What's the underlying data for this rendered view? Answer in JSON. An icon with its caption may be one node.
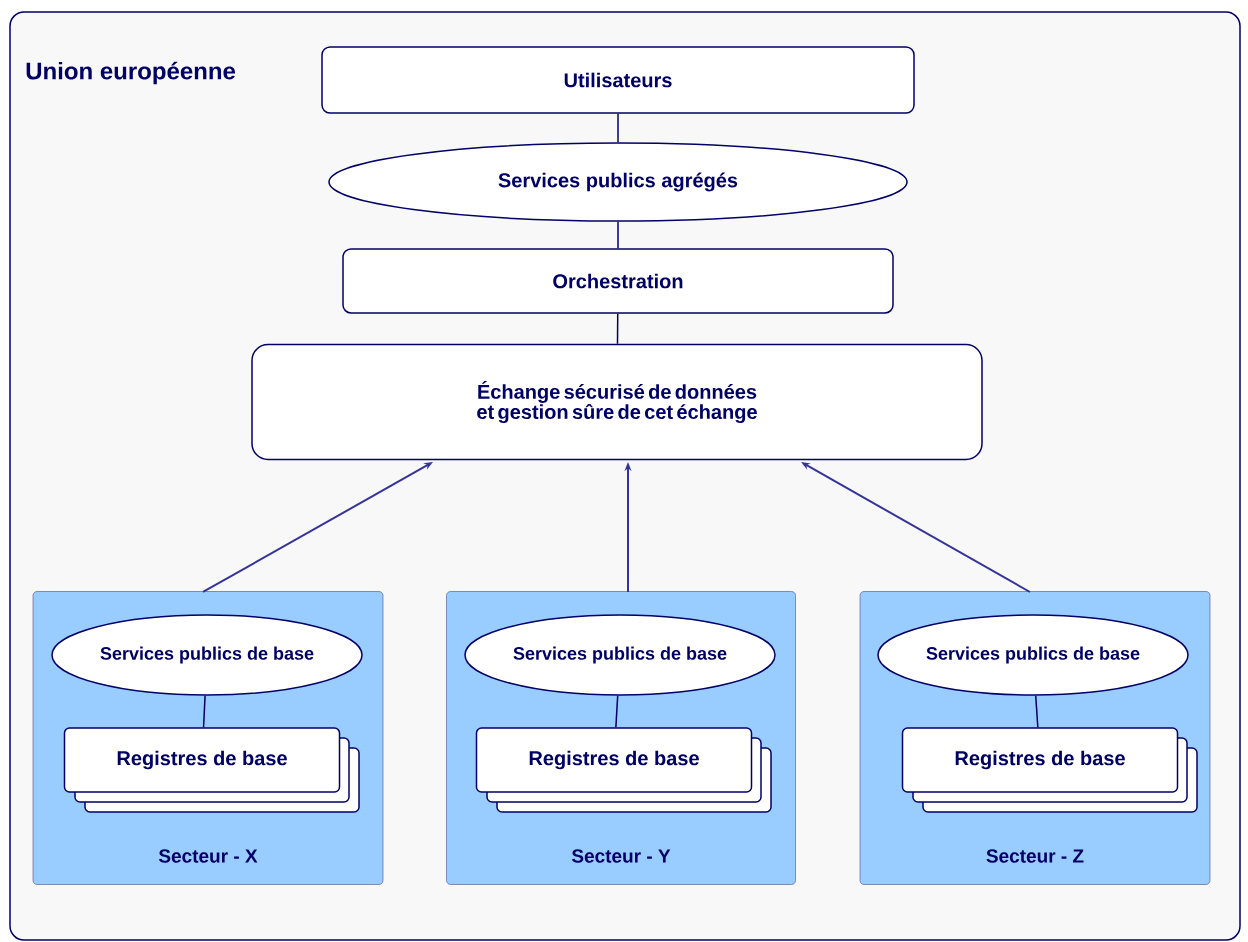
{
  "diagram": {
    "nodes": [
      {
        "text": [
          "Union européenne"
        ]
      },
      {
        "text": [
          "Utilisateurs"
        ],
        "in": 0
      },
      {
        "text": [
          "Services publics agrégés"
        ],
        "in": 0
      },
      {
        "text": [
          "Orchestration"
        ],
        "in": 0
      },
      {
        "text": [
          "Échange sécurisé de données et gestion sûre de cet échange"
        ],
        "in": 0
      },
      {
        "text": [
          "Secteur - X"
        ],
        "in": 0
      },
      {
        "text": [
          "Services publics de base"
        ],
        "in": 5
      },
      {
        "text": [
          "Registres de base"
        ],
        "in": 5
      },
      {
        "text": [
          "Secteur - Y"
        ],
        "in": 0
      },
      {
        "text": [
          "Services publics de base"
        ],
        "in": 8
      },
      {
        "text": [
          "Registres de base"
        ],
        "in": 8
      },
      {
        "text": [
          "Secteur - Z"
        ],
        "in": 0
      },
      {
        "text": [
          "Services publics de base"
        ],
        "in": 11
      },
      {
        "text": [
          "Registres de base"
        ],
        "in": 11
      }
    ],
    "edges": [
      {
        "from": 1,
        "to": 2,
        "arrow": "none"
      },
      {
        "from": 2,
        "to": 3,
        "arrow": "none"
      },
      {
        "from": 3,
        "to": 4,
        "arrow": "none"
      },
      {
        "from": 5,
        "to": 4,
        "arrow": "to",
        "color": "#333399"
      },
      {
        "from": 8,
        "to": 4,
        "arrow": "to",
        "color": "#333399"
      },
      {
        "from": 11,
        "to": 4,
        "arrow": "to",
        "color": "#333399"
      },
      {
        "from": 6,
        "to": 7,
        "arrow": "none"
      },
      {
        "from": 9,
        "to": 10,
        "arrow": "none"
      },
      {
        "from": 12,
        "to": 13,
        "arrow": "none"
      }
    ]
  }
}
